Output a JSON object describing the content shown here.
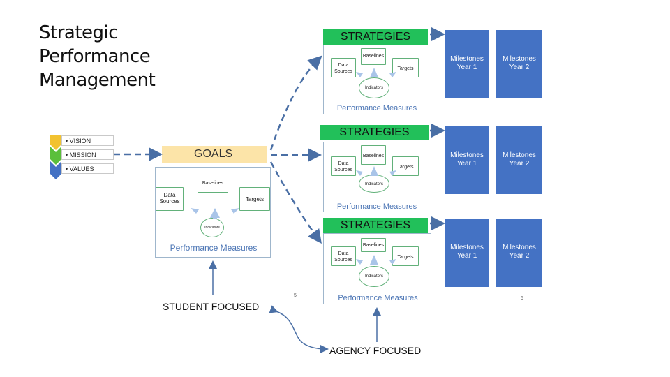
{
  "title_lines": [
    "Strategic",
    "Performance",
    "Management"
  ],
  "vmv": [
    "• VISION",
    "• MISSION",
    "• VALUES"
  ],
  "goals_label": "GOALS",
  "pm": {
    "baselines": "Baselines",
    "data_sources": "Data Sources",
    "targets": "Targets",
    "indicators": "Indicators",
    "caption": "Performance Measures"
  },
  "strategies_label": "STRATEGIES",
  "milestones": [
    "Milestones Year 1",
    "Milestones Year 2"
  ],
  "student_focused": "STUDENT FOCUSED",
  "agency_focused": "AGENCY FOCUSED",
  "page_numbers": [
    "5",
    "5"
  ],
  "colors": {
    "strategy_green": "#22c05a",
    "milestone_blue": "#4472c4",
    "goals_yellow": "#fce4a8",
    "arrow_blue": "#4a6fa5",
    "chevron_yellow": "#f2c230",
    "chevron_green": "#5bbf3b",
    "chevron_blue": "#4472c4"
  }
}
